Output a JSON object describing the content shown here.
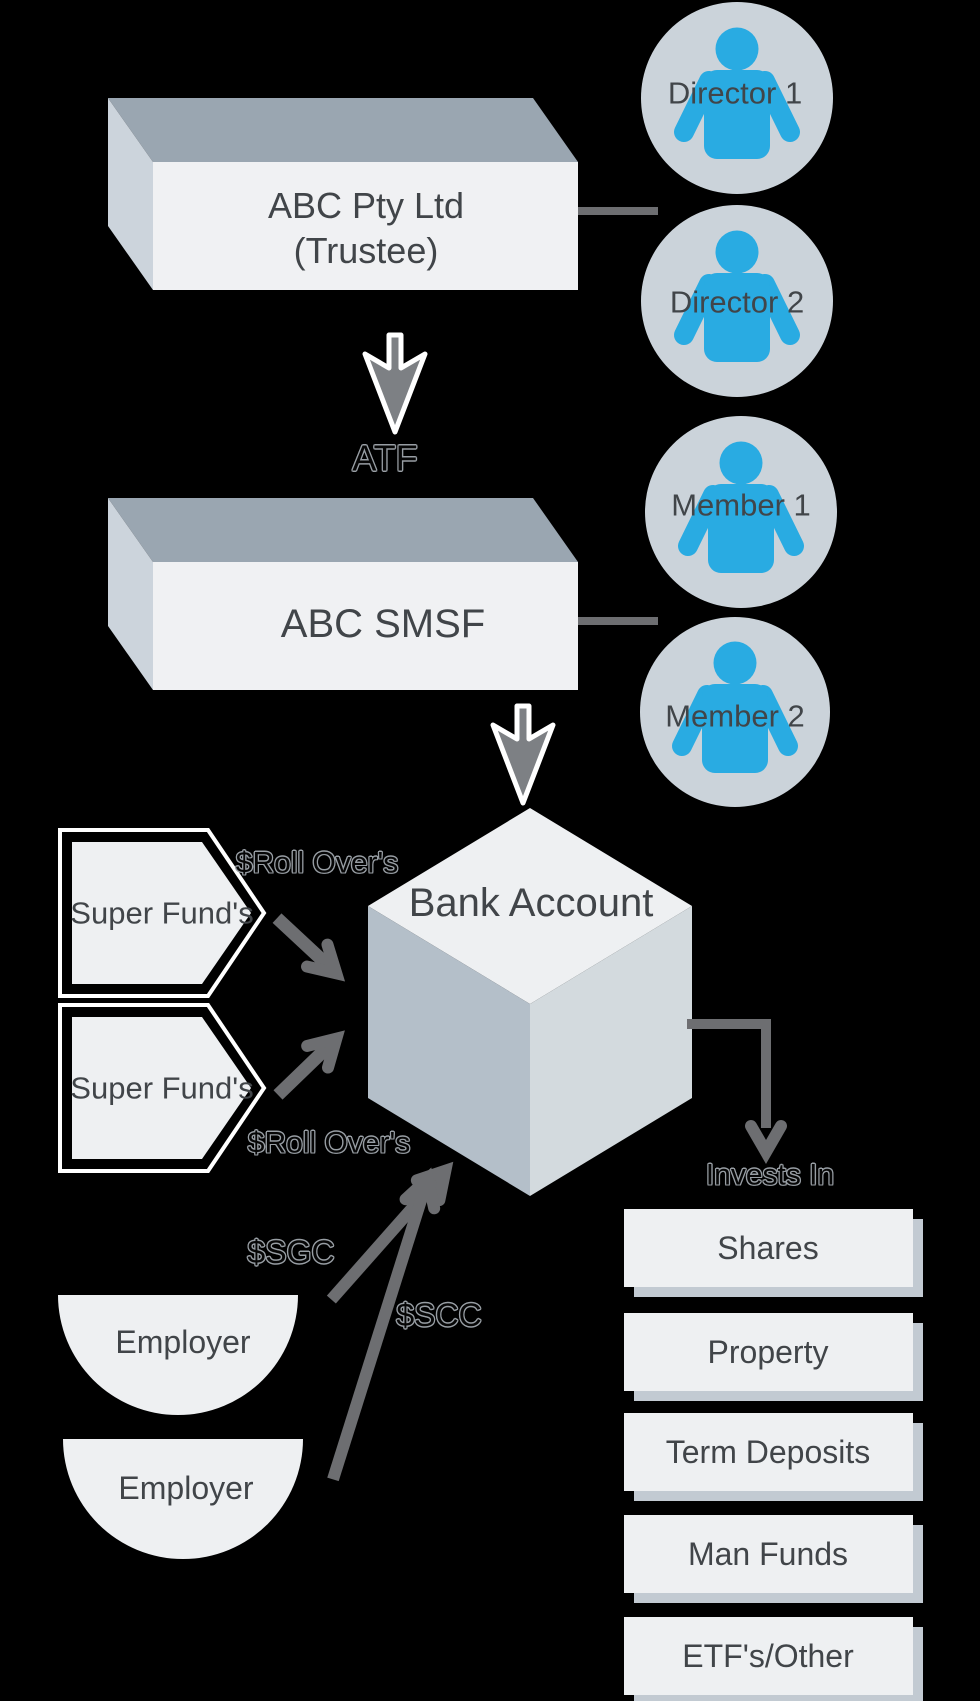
{
  "diagram": {
    "trustee_box": {
      "line1": "ABC Pty Ltd",
      "line2": "(Trustee)"
    },
    "atf_label": "ATF",
    "smsf_box": {
      "label": "ABC SMSF"
    },
    "persons": [
      {
        "label": "Director 1"
      },
      {
        "label": "Director 2"
      },
      {
        "label": "Member 1"
      },
      {
        "label": "Member 2"
      }
    ],
    "bank_cube": {
      "label": "Bank Account"
    },
    "super_funds": [
      {
        "label": "Super Fund's"
      },
      {
        "label": "Super Fund's"
      }
    ],
    "rollover_labels": [
      "$Roll Over's",
      "$Roll Over's"
    ],
    "sgc_label": "$SGC",
    "scc_label": "$SCC",
    "employers": [
      {
        "label": "Employer"
      },
      {
        "label": "Employer"
      }
    ],
    "invests_in_label": "Invests In",
    "investments": [
      {
        "label": "Shares"
      },
      {
        "label": "Property"
      },
      {
        "label": "Term Deposits"
      },
      {
        "label": "Man Funds"
      },
      {
        "label": "ETF's/Other"
      }
    ]
  },
  "colors": {
    "background": "#000000",
    "person_blue": "#29abe2",
    "avatar_circle": "#cbd3da",
    "shape_fill": "#eef0f2",
    "box_front": "#f0f1f3",
    "box_top": "#9aa6b1",
    "box_side": "#ccd4dc",
    "cube_left": "#b4bfc9",
    "cube_right": "#d3dade",
    "connector_gray": "#6d6e71",
    "big_arrow_gray": "#7d8084",
    "text_dark": "#414549",
    "ghost_outline": "#989ea4"
  }
}
